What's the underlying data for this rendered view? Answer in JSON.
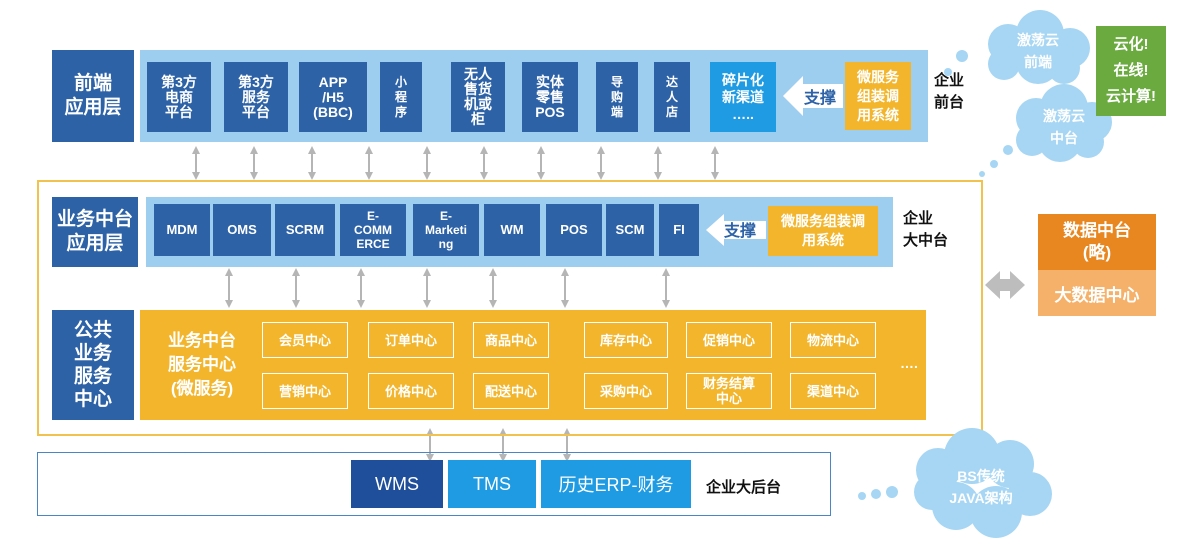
{
  "front": {
    "label": "前端\n应用层",
    "modules": [
      {
        "text": "第3方\n电商\n平台"
      },
      {
        "text": "第3方\n服务\n平台"
      },
      {
        "text": "APP\n/H5\n(BBC)"
      },
      {
        "text": "小\n程\n序"
      },
      {
        "text": "无人\n售货\n机或\n柜"
      },
      {
        "text": "实体\n零售\nPOS"
      },
      {
        "text": "导\n购\n端"
      },
      {
        "text": "达\n人\n店"
      },
      {
        "text": "碎片化\n新渠道\n….."
      }
    ],
    "support": "支撑",
    "assembly": "微服务\n组装调\n用系统",
    "side_label": "企业\n前台"
  },
  "middle": {
    "label": "业务中台\n应用层",
    "modules": [
      "MDM",
      "OMS",
      "SCRM",
      "E-\nCOMM\nERCE",
      "E-\nMarketi\nng",
      "WM",
      "POS",
      "SCM",
      "FI"
    ],
    "support": "支撑",
    "assembly": "微服务组装调\n用系统",
    "side_label": "企业\n大中台"
  },
  "public": {
    "label": "公共\n业务\n服务\n中心",
    "title": "业务中台\n服务中心\n(微服务)",
    "row1": [
      "会员中心",
      "订单中心",
      "商品中心",
      "库存中心",
      "促销中心",
      "物流中心"
    ],
    "row2": [
      "营销中心",
      "价格中心",
      "配送中心",
      "采购中心",
      "财务结算\n中心",
      "渠道中心"
    ],
    "ellipsis": "…."
  },
  "back": {
    "modules": [
      "WMS",
      "TMS",
      "历史ERP-财务"
    ],
    "label": "企业大后台"
  },
  "clouds": {
    "front": "激荡云\n前端",
    "middle": "激荡云\n中台",
    "back": "BS传统\nJAVA架构"
  },
  "green_box": "云化!\n在线!\n云计算!",
  "data_center": {
    "title": "数据中台\n(略)",
    "subtitle": "大数据中心"
  },
  "colors": {
    "dark_blue": "#2d62a7",
    "light_blue": "#1e9be3",
    "band_blue": "#9dcdef",
    "gold": "#f2b52c",
    "orange": "#e8861f",
    "peach": "#f5b169",
    "green": "#6aaa3f",
    "cloud": "#a6d6f3"
  }
}
